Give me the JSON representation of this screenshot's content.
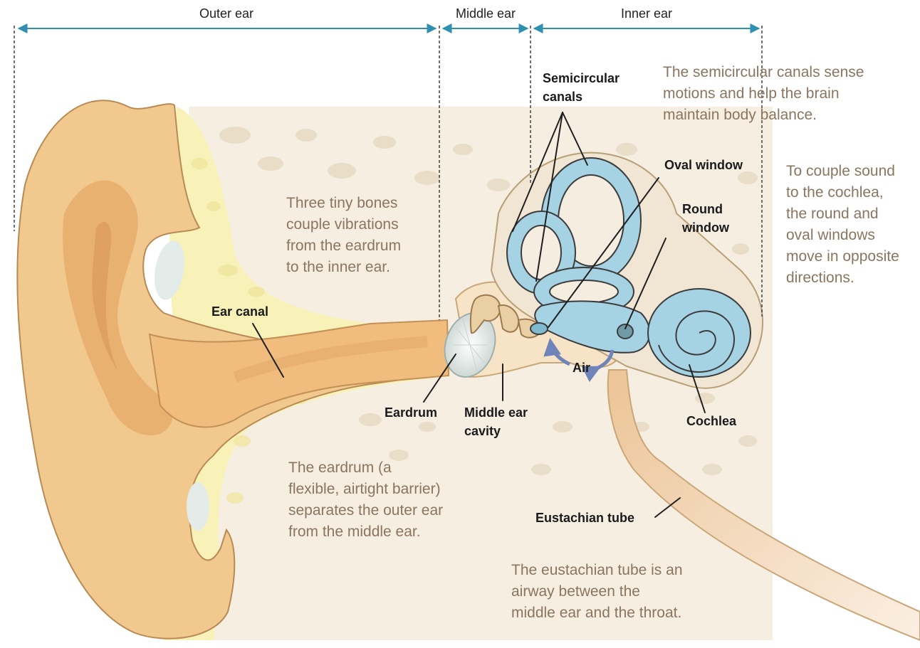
{
  "regions": {
    "outer": "Outer ear",
    "middle": "Middle ear",
    "inner": "Inner ear"
  },
  "labels": {
    "semicircular_line1": "Semicircular",
    "semicircular_line2": "canals",
    "oval_window": "Oval window",
    "round_window_line1": "Round",
    "round_window_line2": "window",
    "ear_canal": "Ear canal",
    "eardrum": "Eardrum",
    "middle_cavity_line1": "Middle ear",
    "middle_cavity_line2": "cavity",
    "air": "Air",
    "cochlea": "Cochlea",
    "eustachian": "Eustachian tube"
  },
  "notes": {
    "canals": [
      "The semicircular canals sense",
      "motions and help the brain",
      "maintain body balance."
    ],
    "windows": [
      "To couple sound",
      "to the cochlea,",
      "the round and",
      "oval windows",
      "move in opposite",
      "directions."
    ],
    "bones": [
      "Three tiny bones",
      "couple vibrations",
      "from the eardrum",
      "to the inner ear."
    ],
    "eardrum": [
      "The eardrum (a",
      "flexible, airtight barrier)",
      "separates the outer ear",
      "from the middle ear."
    ],
    "eustachian": [
      "The eustachian tube is an",
      "airway between the",
      "middle ear and the throat."
    ]
  },
  "colors": {
    "skin": "#f1c88e",
    "skin_dark": "#e2a866",
    "bone_bg": "#f4ead8",
    "tissue_yellow": "#f8f0b0",
    "inner_blue": "#a6d3e3",
    "inner_blue_dark": "#7fb9cf",
    "arrow_blue": "#2f8fb0",
    "note_text": "#8a7560",
    "air_arrow": "#6f84b8"
  }
}
